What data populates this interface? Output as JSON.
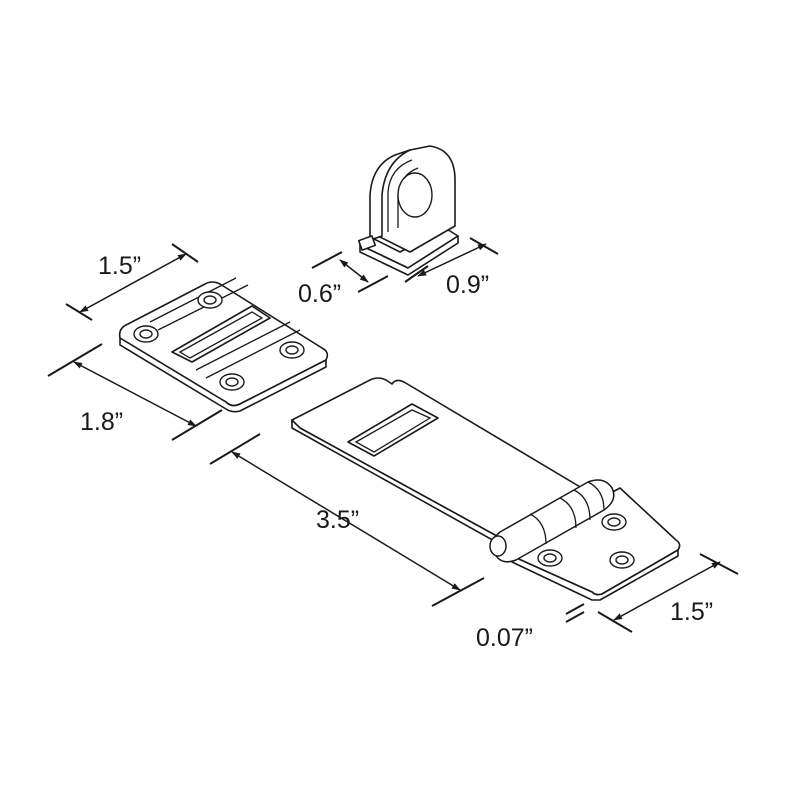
{
  "dimensions": {
    "keeper_width": "1.5”",
    "keeper_length": "1.8”",
    "staple_depth": "0.6”",
    "staple_width": "0.9”",
    "hasp_length": "3.5”",
    "hasp_thickness": "0.07”",
    "hasp_width": "1.5”"
  },
  "colors": {
    "line": "#1a1a1a",
    "background": "#ffffff"
  }
}
